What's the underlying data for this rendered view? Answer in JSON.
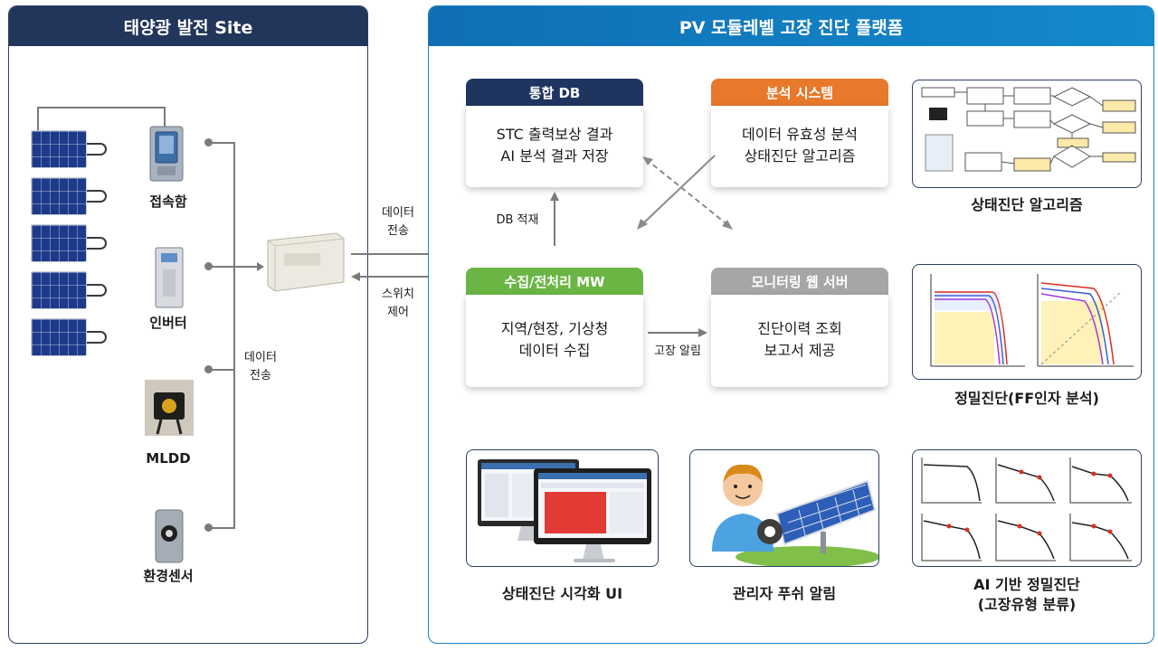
{
  "site": {
    "title": "태양광 발전  Site",
    "devices": {
      "combiner_box": "접속함",
      "inverter": "인버터",
      "mldd": "MLDD",
      "env_sensor": "환경센서"
    },
    "data_transfer_line1": "데이터",
    "data_transfer_line2": "전송"
  },
  "link": {
    "data_transfer_line1": "데이터",
    "data_transfer_line2": "전송",
    "switch_control_line1": "스위치",
    "switch_control_line2": "제어"
  },
  "platform": {
    "title": "PV 모듈레벨 고장 진단 플랫폼",
    "integrated_db": {
      "tab": "통합 DB",
      "line1": "STC 출력보상 결과",
      "line2": "AI  분석 결과 저장"
    },
    "analysis_system": {
      "tab": "분석 시스템",
      "line1": "데이터 유효성 분석",
      "line2": "상태진단 알고리즘"
    },
    "collection_mw": {
      "tab": "수집/전처리 MW",
      "line1": "지역/현장, 기상청",
      "line2": "데이터 수집"
    },
    "monitoring_web": {
      "tab": "모니터링 웹 서버",
      "line1": "진단이력 조회",
      "line2": "보고서 제공"
    },
    "db_load_label": "DB 적재",
    "fault_alert_label": "고장 알림",
    "captions": {
      "state_algorithm": "상태진단 알고리즘",
      "precision_ff": "정밀진단(FF인자 분석)",
      "visual_ui": "상태진단 시각화 UI",
      "admin_push": "관리자 푸쉬 알림",
      "ai_line1": "AI 기반 정밀진단",
      "ai_line2": "(고장유형 분류)"
    }
  },
  "colors": {
    "site_header": "#22355a",
    "platform_header": "#1489cc",
    "db_tab": "#1f3560",
    "analysis_tab": "#e8782a",
    "collection_tab": "#6ab544",
    "monitoring_tab": "#a6a6a6"
  }
}
